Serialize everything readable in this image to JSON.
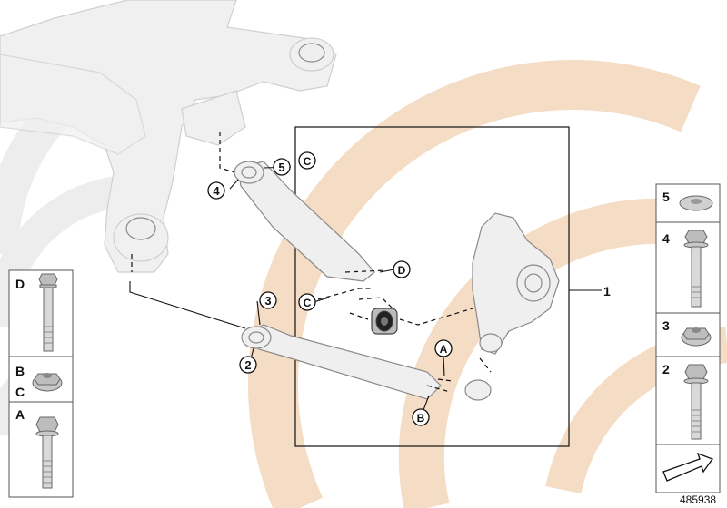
{
  "diagram": {
    "reference_number": "485938",
    "callouts": {
      "part1": "1",
      "part2": "2",
      "part3": "3",
      "part4": "4",
      "part5": "5",
      "refA": "A",
      "refB": "B",
      "refC": "C",
      "refD": "D"
    },
    "legend_left": [
      {
        "label": "D"
      },
      {
        "label": "B"
      },
      {
        "label": "C"
      },
      {
        "label": "A"
      }
    ],
    "legend_right": [
      {
        "label": "5"
      },
      {
        "label": "4"
      },
      {
        "label": "3"
      },
      {
        "label": "2"
      }
    ],
    "watermark_color": "#f5dcc4",
    "watermark_gray": "#ededed"
  }
}
